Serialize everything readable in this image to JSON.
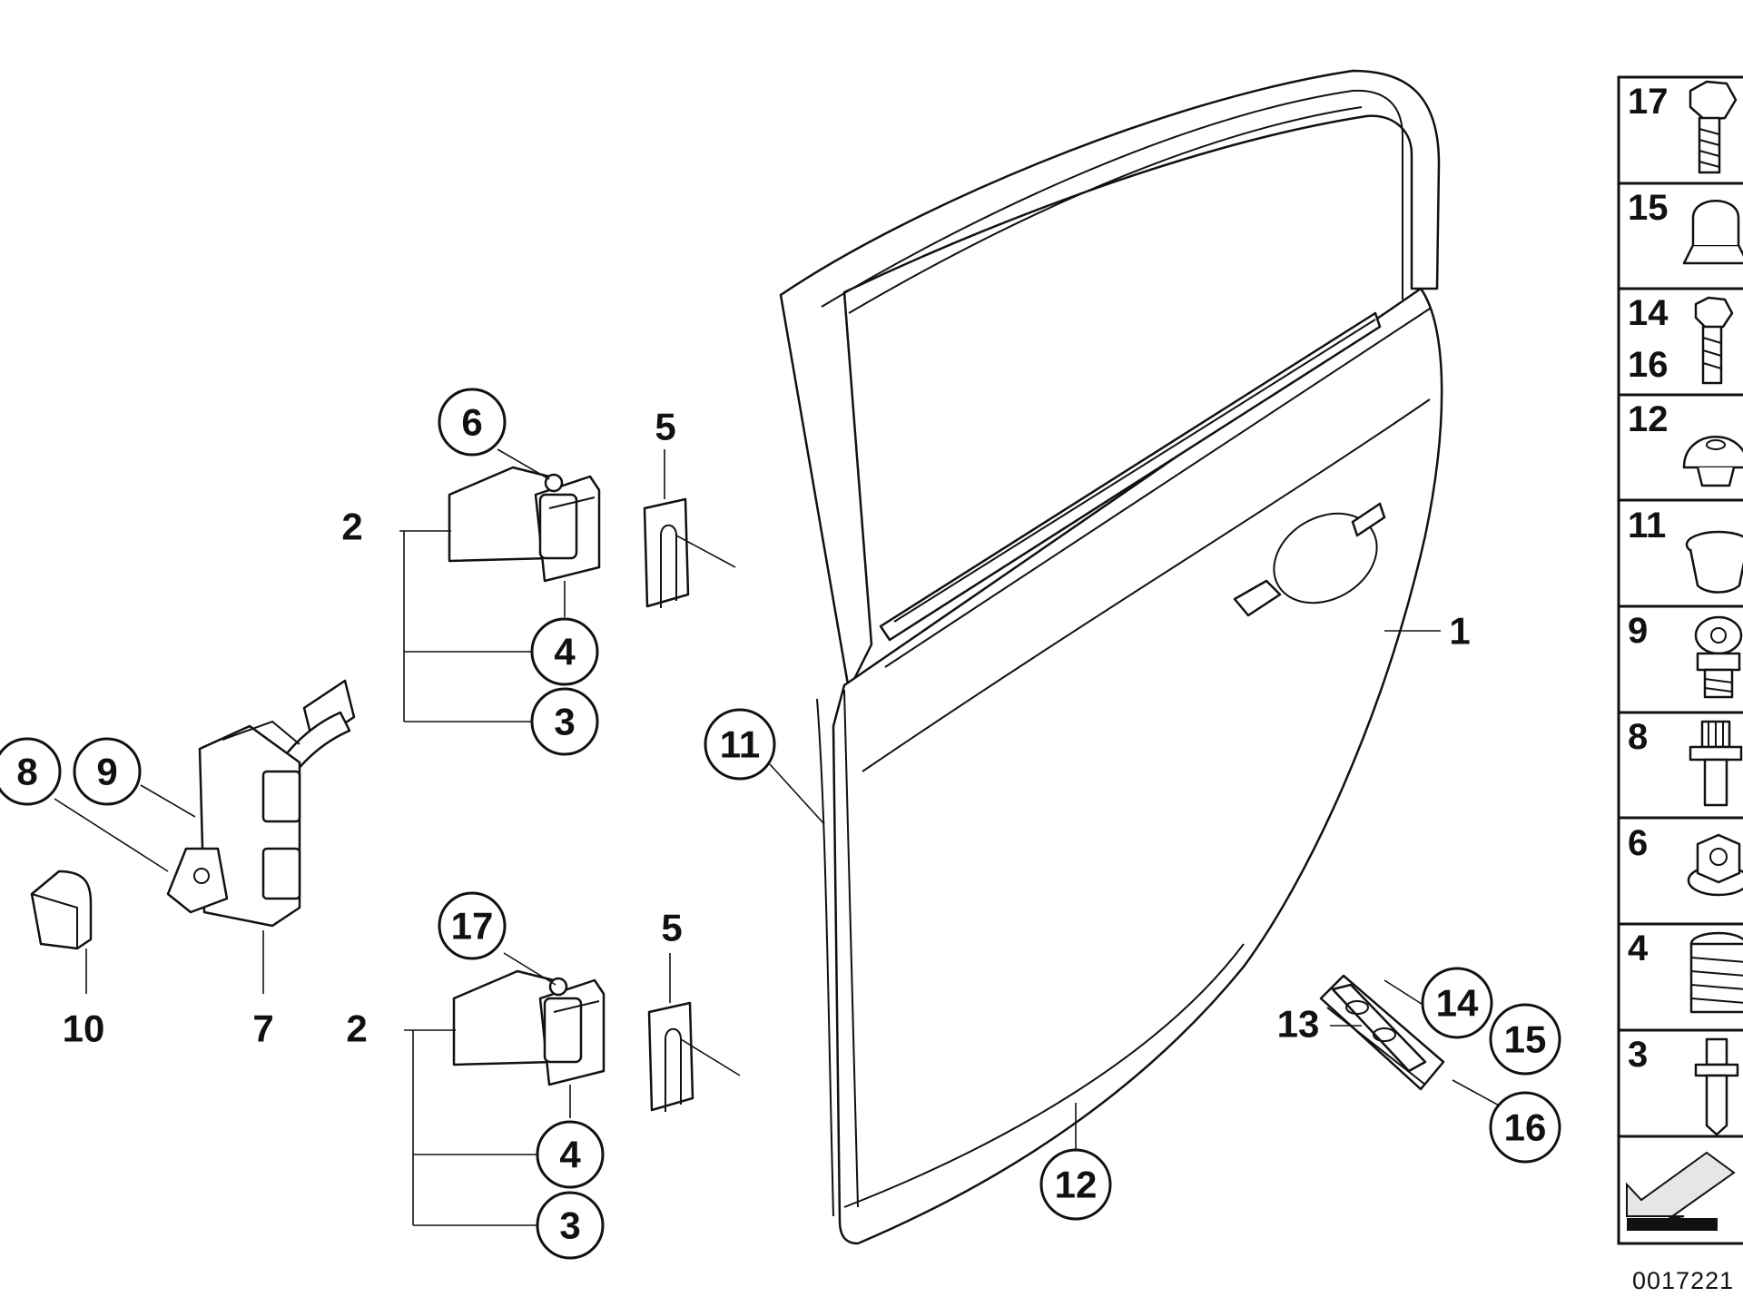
{
  "diagram": {
    "callouts": [
      {
        "id": "c1",
        "text": "1",
        "circled": false
      },
      {
        "id": "c2a",
        "text": "2",
        "circled": false
      },
      {
        "id": "c2b",
        "text": "2",
        "circled": false
      },
      {
        "id": "c3a",
        "text": "3",
        "circled": true
      },
      {
        "id": "c3b",
        "text": "3",
        "circled": true
      },
      {
        "id": "c4a",
        "text": "4",
        "circled": true
      },
      {
        "id": "c4b",
        "text": "4",
        "circled": true
      },
      {
        "id": "c5a",
        "text": "5",
        "circled": false
      },
      {
        "id": "c5b",
        "text": "5",
        "circled": false
      },
      {
        "id": "c6",
        "text": "6",
        "circled": true
      },
      {
        "id": "c7",
        "text": "7",
        "circled": false
      },
      {
        "id": "c8",
        "text": "8",
        "circled": true
      },
      {
        "id": "c9",
        "text": "9",
        "circled": true
      },
      {
        "id": "c10",
        "text": "10",
        "circled": false
      },
      {
        "id": "c11",
        "text": "11",
        "circled": true
      },
      {
        "id": "c12",
        "text": "12",
        "circled": true
      },
      {
        "id": "c13",
        "text": "13",
        "circled": false
      },
      {
        "id": "c14",
        "text": "14",
        "circled": true
      },
      {
        "id": "c15",
        "text": "15",
        "circled": true
      },
      {
        "id": "c16",
        "text": "16",
        "circled": true
      },
      {
        "id": "c17",
        "text": "17",
        "circled": true
      }
    ],
    "legend": [
      {
        "labels": [
          "17"
        ],
        "icon": "torx-bolt-icon"
      },
      {
        "labels": [
          "15"
        ],
        "icon": "cap-plug-icon"
      },
      {
        "labels": [
          "14",
          "16"
        ],
        "icon": "torx-bolt-icon"
      },
      {
        "labels": [
          "12"
        ],
        "icon": "grommet-icon"
      },
      {
        "labels": [
          "11"
        ],
        "icon": "dome-plug-icon"
      },
      {
        "labels": [
          "9"
        ],
        "icon": "collar-bolt-icon"
      },
      {
        "labels": [
          "8"
        ],
        "icon": "splined-bolt-icon"
      },
      {
        "labels": [
          "6"
        ],
        "icon": "flange-nut-icon"
      },
      {
        "labels": [
          "4"
        ],
        "icon": "threaded-insert-icon"
      },
      {
        "labels": [
          "3"
        ],
        "icon": "stud-bolt-icon"
      },
      {
        "labels": [],
        "icon": "direction-arrow-icon"
      }
    ],
    "diagram_code": "0017221",
    "colors": {
      "line": "#111111",
      "background": "#ffffff",
      "fill_light": "#e6e6e6"
    }
  }
}
